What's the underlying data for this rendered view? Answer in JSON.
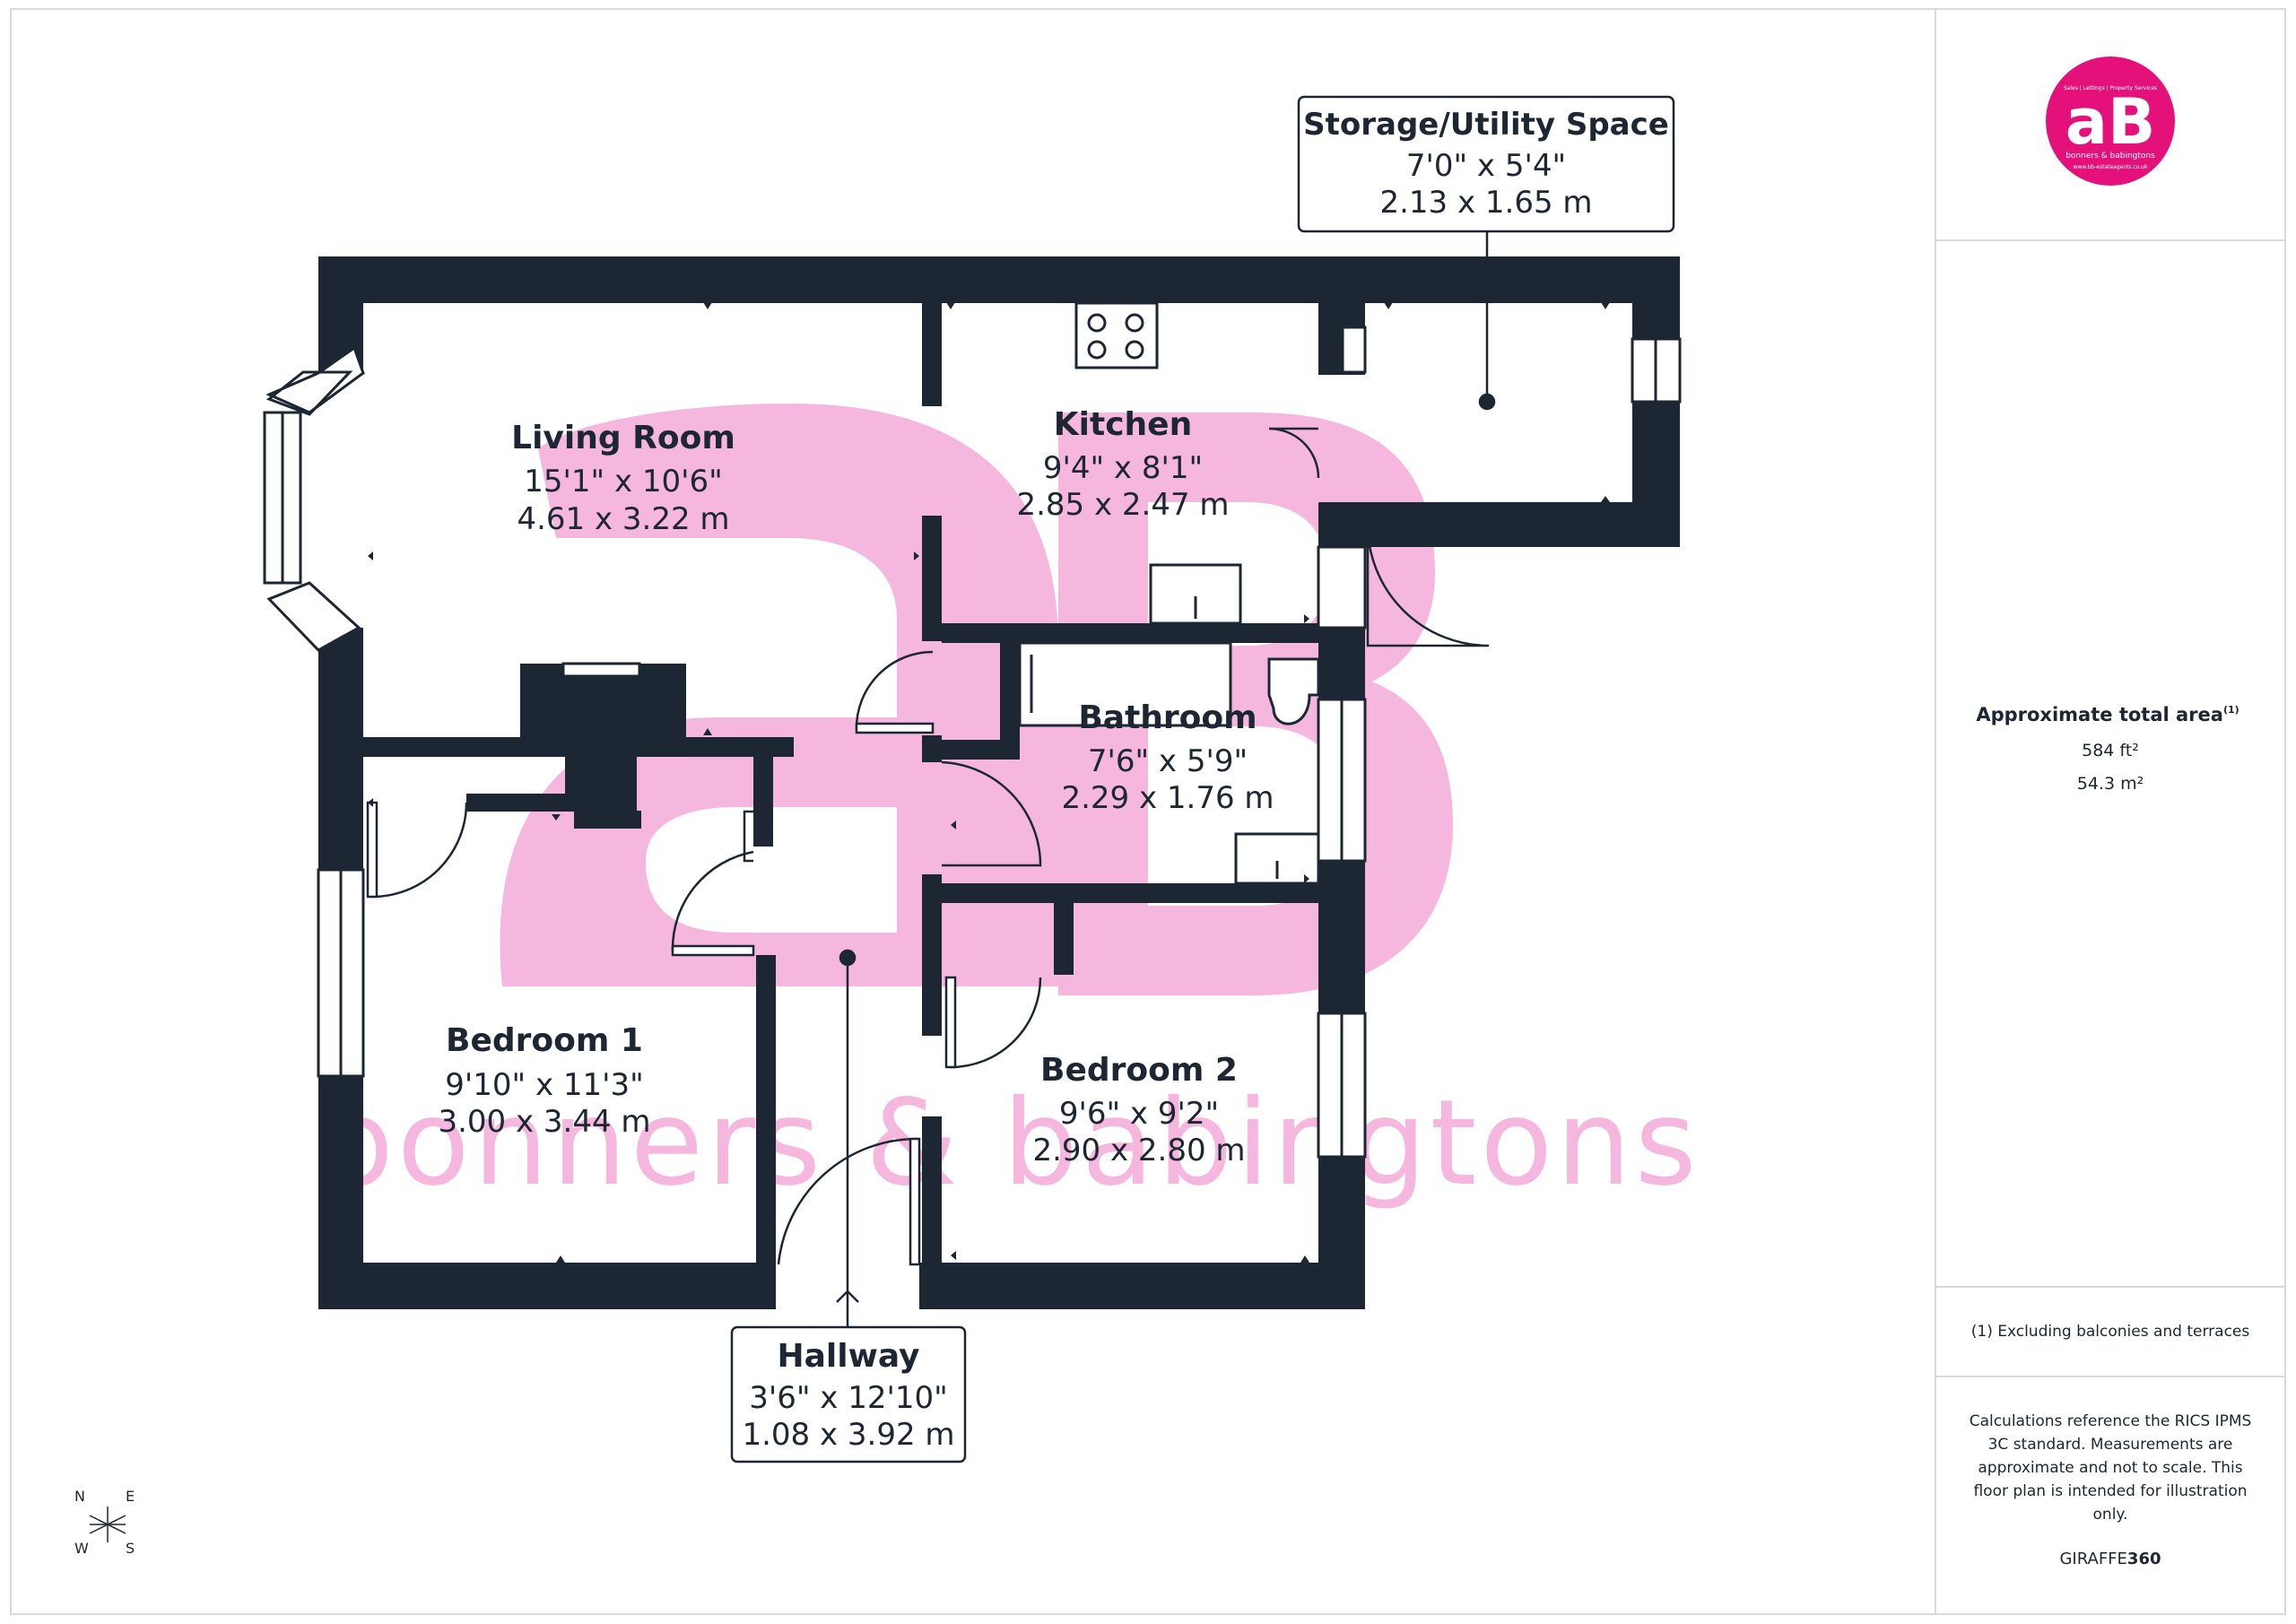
{
  "brand": {
    "logo_text": "aB",
    "logo_sub": "bonners & babingtons",
    "logo_tagline": "Sales | Lettings | Property Services",
    "logo_url": "www.bb-estateagents.co.uk",
    "watermark_text": "bonners & babingtons",
    "brand_color": "#e4117a",
    "watermark_color": "#f5b7dd"
  },
  "rooms": [
    {
      "name": "Living Room",
      "imperial": "15'1\" x 10'6\"",
      "metric": "4.61 x 3.22 m"
    },
    {
      "name": "Kitchen",
      "imperial": "9'4\" x 8'1\"",
      "metric": "2.85 x 2.47 m"
    },
    {
      "name": "Bathroom",
      "imperial": "7'6\" x 5'9\"",
      "metric": "2.29 x 1.76 m"
    },
    {
      "name": "Bedroom 1",
      "imperial": "9'10\" x 11'3\"",
      "metric": "3.00 x 3.44 m"
    },
    {
      "name": "Bedroom 2",
      "imperial": "9'6\" x 9'2\"",
      "metric": "2.90 x 2.80 m"
    },
    {
      "name": "Storage/Utility Space",
      "imperial": "7'0\" x 5'4\"",
      "metric": "2.13 x 1.65 m"
    },
    {
      "name": "Hallway",
      "imperial": "3'6\" x 12'10\"",
      "metric": "1.08 x 3.92 m"
    }
  ],
  "summary": {
    "area_label": "Approximate total area",
    "area_note_mark": "(1)",
    "area_ft": "584 ft²",
    "area_m": "54.3 m²",
    "footnote": "(1) Excluding balconies and terraces",
    "disclaimer_lines": [
      "Calculations reference the RICS IPMS",
      "3C standard. Measurements are",
      "approximate and not to scale. This",
      "floor plan is intended for illustration",
      "only."
    ],
    "credit_prefix": "GIRAFFE",
    "credit_suffix": "360"
  },
  "compass": {
    "n": "N",
    "e": "E",
    "w": "W",
    "s": "S"
  },
  "colors": {
    "wall": "#1d2633",
    "text": "#1d2633",
    "box_border": "#1d2633"
  }
}
